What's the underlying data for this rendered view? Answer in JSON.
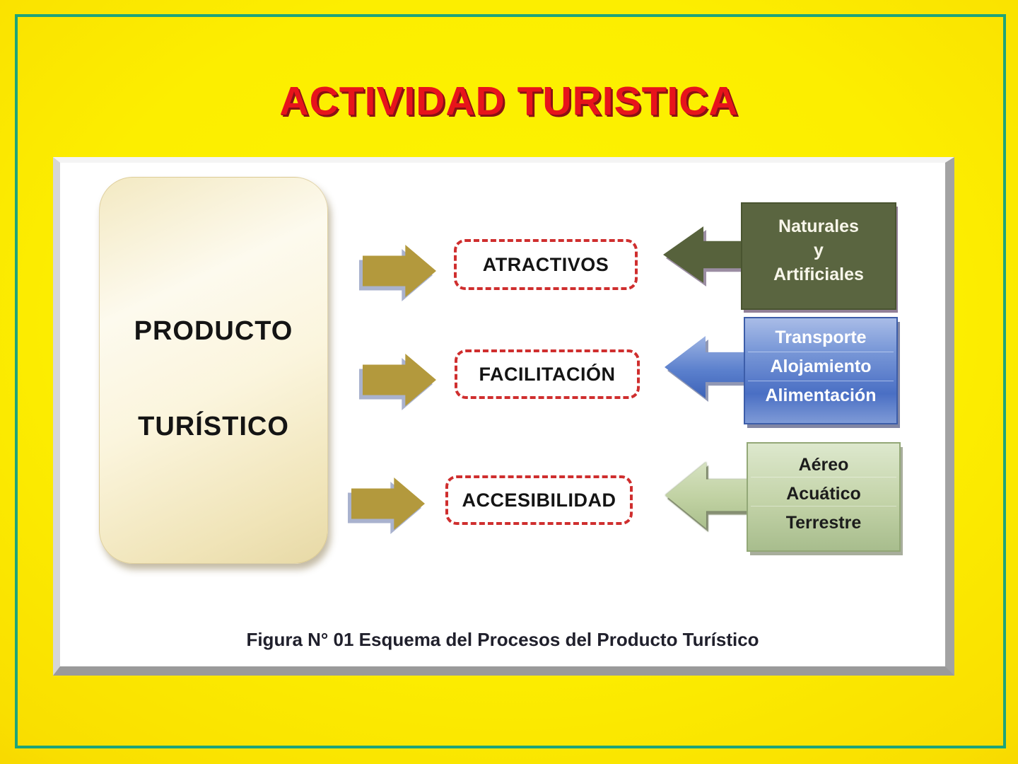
{
  "title": "ACTIVIDAD TURISTICA",
  "product": {
    "line1": "PRODUCTO",
    "line2": "TURÍSTICO"
  },
  "rows": [
    {
      "label": "ATRACTIVOS",
      "items": [
        "Naturales",
        "y",
        "Artificiales"
      ]
    },
    {
      "label": "FACILITACIÓN",
      "items": [
        "Transporte",
        "Alojamiento",
        "Alimentación"
      ]
    },
    {
      "label": "ACCESIBILIDAD",
      "items": [
        "Aéreo",
        "Acuático",
        "Terrestre"
      ]
    }
  ],
  "caption": "Figura N° 01 Esquema del Procesos del Producto Turístico",
  "palette": {
    "background_yellow": "#fcee00",
    "frame_teal": "#1ea478",
    "title_red": "#e7141b",
    "arrow_gold": "#b3993d",
    "arrow_shadow_blue": "#a9b2ce",
    "dashed_red": "#cf2e2e",
    "product_cream": "#fbf5dd",
    "box_olive": "#5a6540",
    "box_blue": "#4a6fc4",
    "box_green": "#c3d3a8"
  }
}
